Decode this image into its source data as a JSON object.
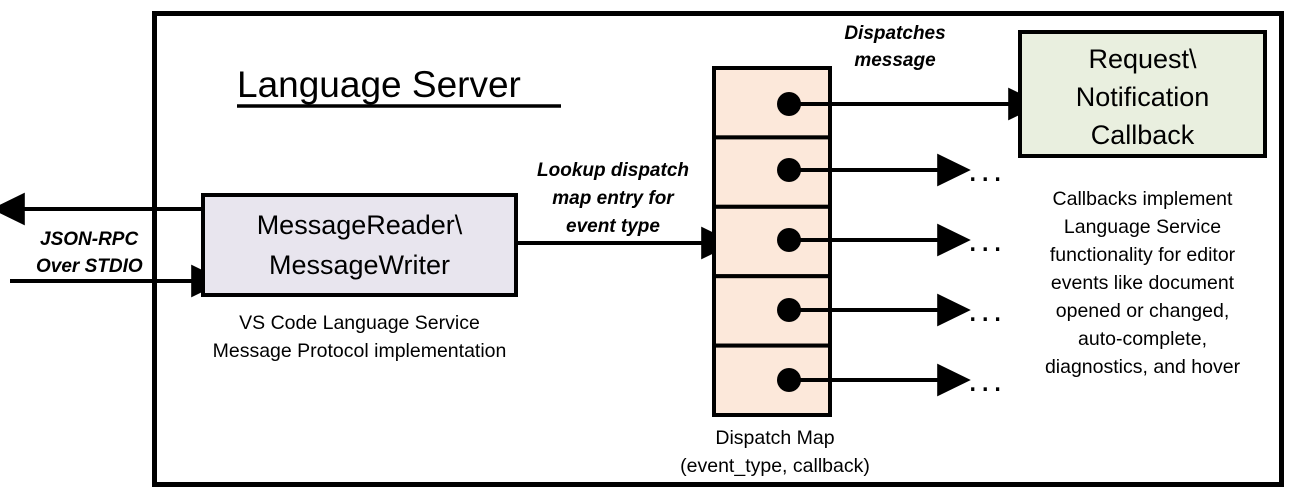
{
  "diagram": {
    "title": "Language Server",
    "frame_name": "language-server-boundary",
    "colors": {
      "background": "#ffffff",
      "stroke": "#000000",
      "message_box_fill": "#E8E5EE",
      "dispatch_cell_fill": "#FCE8DA",
      "callback_box_fill": "#E9EFDF"
    },
    "external_channel": {
      "label_line1": "JSON-RPC",
      "label_line2": "Over STDIO",
      "outbound_arrow_name": "outbound-json-rpc-arrow",
      "inbound_arrow_name": "inbound-json-rpc-arrow"
    },
    "message_box": {
      "line1": "MessageReader\\",
      "line2": "MessageWriter",
      "caption_line1": "VS Code Language Service",
      "caption_line2": "Message Protocol implementation"
    },
    "lookup_annotation": {
      "line1": "Lookup dispatch",
      "line2": "map entry for",
      "line3": "event type"
    },
    "dispatch_map": {
      "label_line1": "Dispatch Map",
      "label_line2": "(event_type, callback)",
      "cell_count": 5,
      "cells": [
        {
          "index": 1,
          "has_dot": true,
          "target": "Request\\Notification Callback"
        },
        {
          "index": 2,
          "has_dot": true,
          "target": "..."
        },
        {
          "index": 3,
          "has_dot": true,
          "target": "..."
        },
        {
          "index": 4,
          "has_dot": true,
          "target": "..."
        },
        {
          "index": 5,
          "has_dot": true,
          "target": "..."
        }
      ],
      "ellipsis": "..."
    },
    "dispatch_annotation": {
      "line1": "Dispatches",
      "line2": "message"
    },
    "callback_box": {
      "line1": "Request\\",
      "line2": "Notification",
      "line3": "Callback",
      "caption_lines": [
        "Callbacks implement",
        "Language Service",
        "functionality for editor",
        "events like document",
        "opened or changed,",
        "auto-complete,",
        "diagnostics, and hover"
      ]
    }
  }
}
